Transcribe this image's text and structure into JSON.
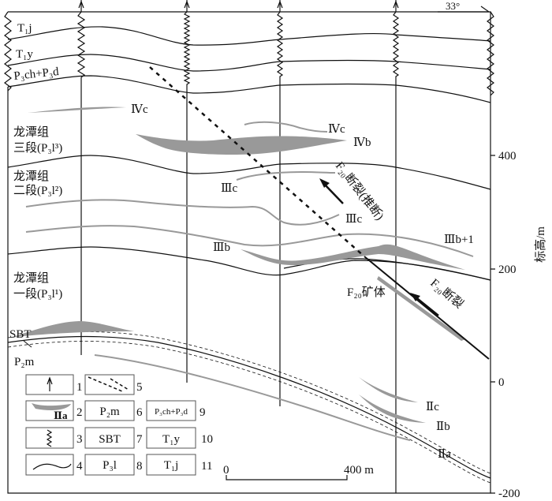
{
  "dip_label": "33°",
  "strata": {
    "t1j": "T₁j",
    "t1y": "T₁y",
    "p3chd": "P₃ch+P₃d",
    "p3l3_name": "龙潭组",
    "p3l3_member": "三段(P₃l³)",
    "p3l2_name": "龙潭组",
    "p3l2_member": "二段(P₃l²)",
    "p3l1_name": "龙潭组",
    "p3l1_member": "一段(P₃l¹)",
    "sbt": "SBT",
    "p2m": "P₂m"
  },
  "orebodies": {
    "ivc_left": "Ⅳc",
    "ivc_right": "Ⅳc",
    "ivb": "Ⅳb",
    "iiic_left": "Ⅲc",
    "iiic_right": "Ⅲc",
    "iiib": "Ⅲb",
    "iiib1": "Ⅲb+1",
    "f20_ore": "F₂₀矿体",
    "iic": "Ⅱc",
    "iib": "Ⅱb",
    "iia": "Ⅱa"
  },
  "faults": {
    "inferred": "F₂₀断裂(推断)",
    "known": "F₂₀断裂"
  },
  "axis": {
    "title": "标高/m",
    "ticks": [
      "400",
      "200",
      "0",
      "-200"
    ]
  },
  "scale_bar": {
    "start": "0",
    "end": "400 m"
  },
  "legend": {
    "items": [
      {
        "num": "1",
        "text": ""
      },
      {
        "num": "2",
        "text": "Ⅱa"
      },
      {
        "num": "3",
        "text": ""
      },
      {
        "num": "4",
        "text": ""
      },
      {
        "num": "5",
        "text": ""
      },
      {
        "num": "6",
        "text": "P₂m"
      },
      {
        "num": "7",
        "text": "SBT"
      },
      {
        "num": "8",
        "text": "P₃l"
      },
      {
        "num": "9",
        "text": "P₃ch+P₃d"
      },
      {
        "num": "10",
        "text": "T₁y"
      },
      {
        "num": "11",
        "text": "T₁j"
      }
    ]
  }
}
